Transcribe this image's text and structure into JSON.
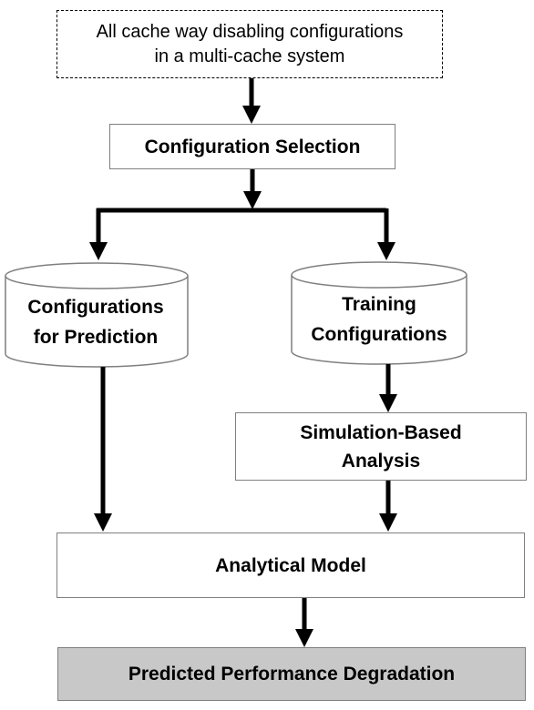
{
  "nodes": {
    "input": {
      "text": "All cache way disabling configurations\nin a multi-cache system"
    },
    "selection": {
      "text": "Configuration Selection"
    },
    "configs_prediction": {
      "text": "Configurations\nfor Prediction"
    },
    "training_configs": {
      "text": "Training\nConfigurations"
    },
    "simulation": {
      "text": "Simulation-Based\nAnalysis"
    },
    "analytical_model": {
      "text": "Analytical Model"
    },
    "output": {
      "text": "Predicted Performance Degradation"
    }
  },
  "colors": {
    "box_border": "#7f7f7f",
    "arrow": "#000000",
    "output_fill": "#c8c8c8"
  }
}
